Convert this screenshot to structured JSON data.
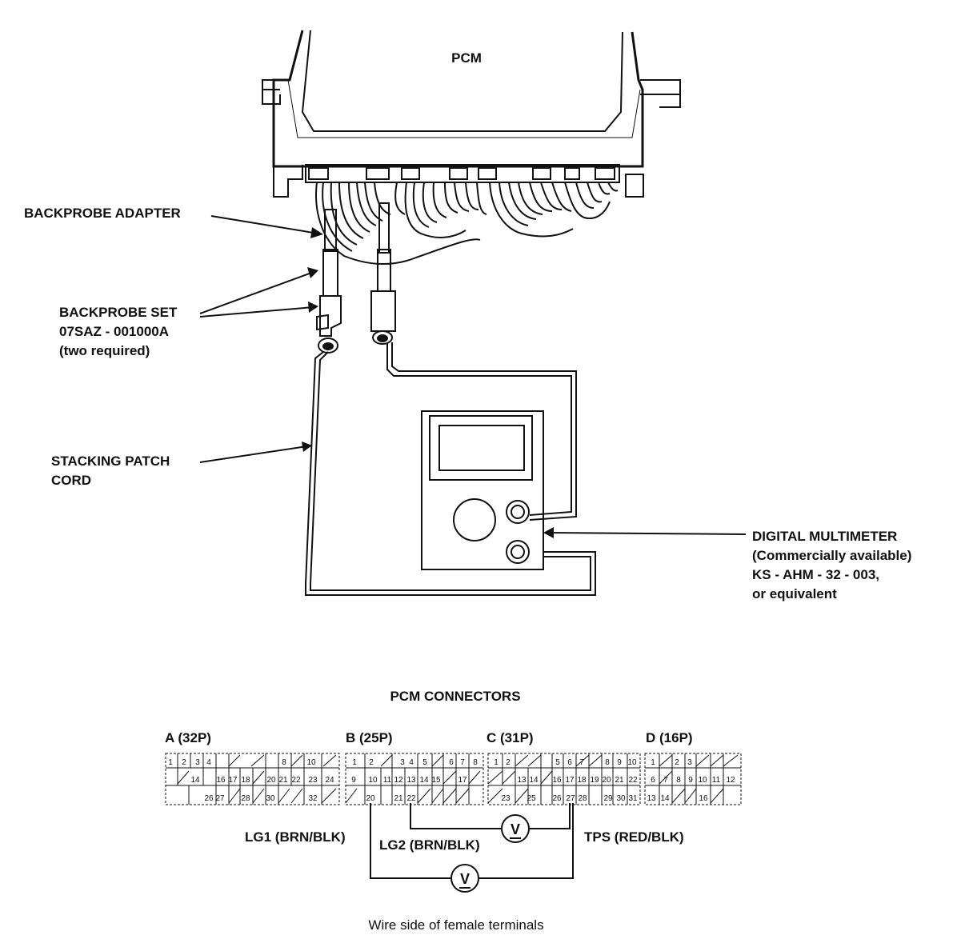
{
  "pcm": {
    "title": "PCM"
  },
  "callouts": {
    "backprobe_adapter": "BACKPROBE ADAPTER",
    "backprobe_set": [
      "BACKPROBE SET",
      "07SAZ - 001000A",
      "(two required)"
    ],
    "stacking_cord": [
      "STACKING PATCH",
      "CORD"
    ],
    "multimeter": [
      "DIGITAL MULTIMETER",
      "(Commercially available)",
      "KS - AHM - 32 - 003,",
      "or equivalent"
    ]
  },
  "connectors": {
    "title": "PCM CONNECTORS",
    "labels": [
      "A (32P)",
      "B (25P)",
      "C (31P)",
      "D (16P)"
    ],
    "rows": [
      [
        [
          "1",
          213
        ],
        [
          "2",
          230
        ],
        [
          "3",
          247
        ],
        [
          "4",
          261
        ],
        [
          "8",
          355
        ],
        [
          "10",
          389
        ],
        [
          "1",
          443
        ],
        [
          "2",
          464
        ],
        [
          "3",
          503
        ],
        [
          "4",
          514
        ],
        [
          "5",
          531
        ],
        [
          "6",
          564
        ],
        [
          "7",
          578
        ],
        [
          "8",
          594
        ],
        [
          "1",
          620
        ],
        [
          "2",
          635
        ],
        [
          "5",
          697
        ],
        [
          "6",
          712
        ],
        [
          "7",
          727
        ],
        [
          "8",
          759
        ],
        [
          "9",
          774
        ],
        [
          "10",
          790
        ],
        [
          "1",
          816
        ],
        [
          "2",
          846
        ],
        [
          "3",
          862
        ]
      ],
      [
        [
          "14",
          244
        ],
        [
          "16",
          276
        ],
        [
          "17",
          291
        ],
        [
          "18",
          307
        ],
        [
          "20",
          339
        ],
        [
          "21",
          354
        ],
        [
          "22",
          370
        ],
        [
          "23",
          391
        ],
        [
          "24",
          412
        ],
        [
          "9",
          442
        ],
        [
          "10",
          466
        ],
        [
          "11",
          484
        ],
        [
          "12",
          498
        ],
        [
          "13",
          514
        ],
        [
          "14",
          530
        ],
        [
          "15",
          545
        ],
        [
          "17",
          578
        ],
        [
          "13",
          652
        ],
        [
          "14",
          667
        ],
        [
          "16",
          696
        ],
        [
          "17",
          712
        ],
        [
          "18",
          727
        ],
        [
          "19",
          743
        ],
        [
          "20",
          758
        ],
        [
          "21",
          774
        ],
        [
          "22",
          791
        ],
        [
          "6",
          816
        ],
        [
          "7",
          832
        ],
        [
          "8",
          848
        ],
        [
          "9",
          863
        ],
        [
          "10",
          878
        ],
        [
          "11",
          895
        ],
        [
          "12",
          913
        ]
      ],
      [
        [
          "26",
          261
        ],
        [
          "27",
          275
        ],
        [
          "28",
          307
        ],
        [
          "30",
          338
        ],
        [
          "32",
          391
        ],
        [
          "20",
          463
        ],
        [
          "21",
          498
        ],
        [
          "22",
          514
        ],
        [
          "23",
          632
        ],
        [
          "25",
          664
        ],
        [
          "26",
          696
        ],
        [
          "27",
          713
        ],
        [
          "28",
          728
        ],
        [
          "29",
          760
        ],
        [
          "30",
          776
        ],
        [
          "31",
          791
        ],
        [
          "13",
          814
        ],
        [
          "14",
          831
        ],
        [
          "16",
          879
        ]
      ]
    ]
  },
  "wires": {
    "lg1": "LG1 (BRN/BLK)",
    "lg2": "LG2 (BRN/BLK)",
    "tps": "TPS (RED/BLK)",
    "meter_symbol": "V"
  },
  "caption": "Wire side of female terminals"
}
